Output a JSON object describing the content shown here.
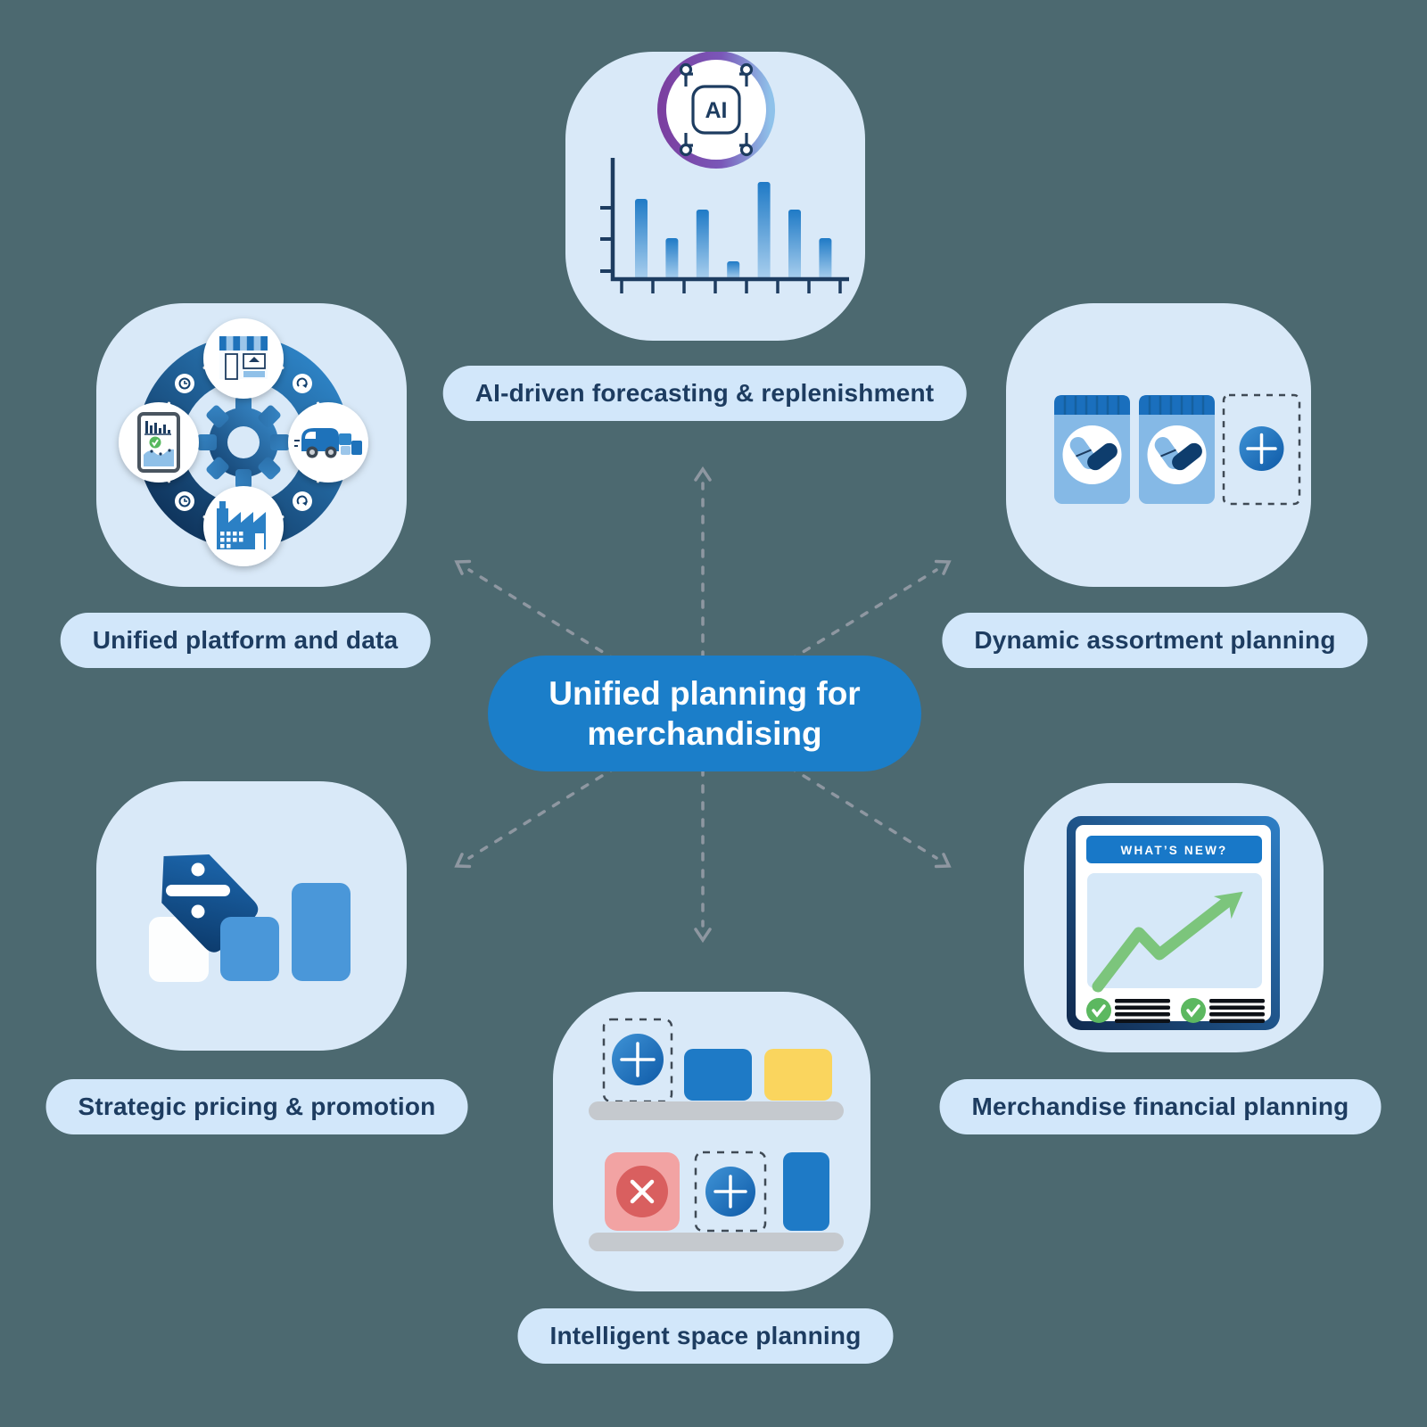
{
  "center_node": {
    "label": "Unified planning for merchandising"
  },
  "nodes": {
    "forecasting": {
      "label": "AI-driven forecasting & replenishment",
      "icon": "ai-chip-bar-chart"
    },
    "platform": {
      "label": "Unified platform and data",
      "icon": "supply-cycle-gear"
    },
    "assortment": {
      "label": "Dynamic assortment planning",
      "icon": "medicine-packs-add"
    },
    "pricing": {
      "label": "Strategic pricing & promotion",
      "icon": "discount-tag-bars"
    },
    "financial": {
      "label": "Merchandise financial planning",
      "icon": "whats-new-growth-report"
    },
    "space": {
      "label": "Intelligent space planning",
      "icon": "shelf-planogram"
    }
  },
  "illustrations": {
    "forecasting": {
      "ai_chip_label": "AI",
      "bar_values": [
        90,
        46,
        78,
        20,
        109,
        78,
        46
      ]
    },
    "financial": {
      "header": "WHAT’S NEW?"
    }
  },
  "colors": {
    "background": "#4c6970",
    "card_bg": "#d9e9f8",
    "label_bg": "#d2e7fa",
    "text_navy": "#1d3c60",
    "center_pill_blue": "#1b7ec9",
    "accent_blue": "#1e7ac6",
    "mid_blue": "#4a97d9",
    "light_blue": "#85b9e6",
    "dark_navy": "#0e3d6d",
    "yellow": "#fad55e",
    "pink": "#f2a3a3",
    "red": "#d95f5f",
    "green": "#6abf69",
    "shelf_gray": "#c5c9ce",
    "arrow_gray": "#8e97a1",
    "ring_purple": "#7b3fa0"
  }
}
